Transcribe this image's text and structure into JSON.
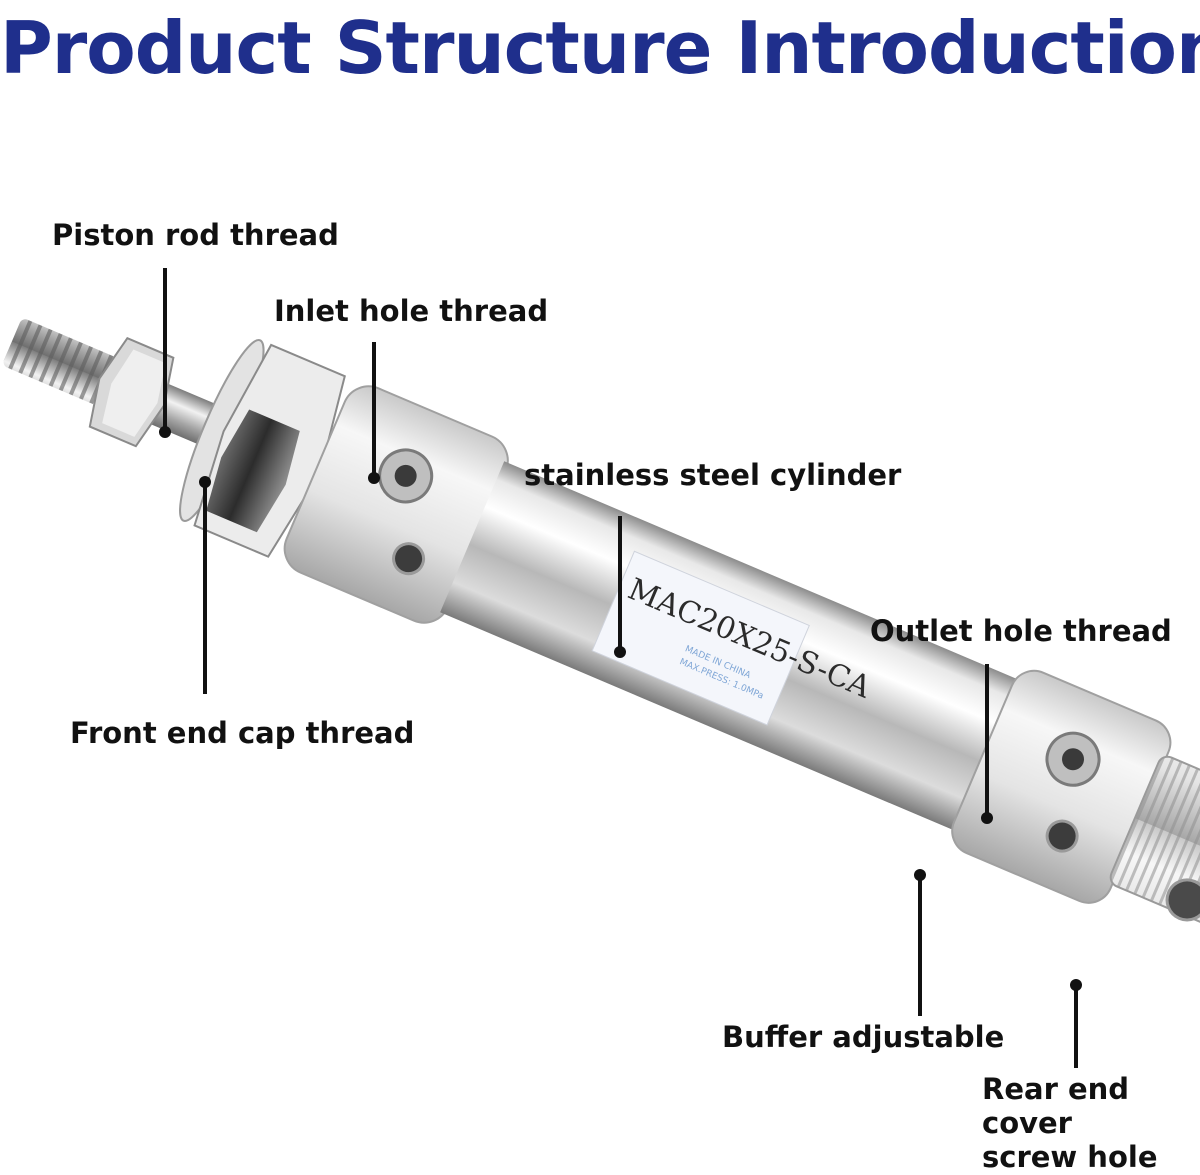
{
  "title": "Product Structure Introduction",
  "colors": {
    "title": "#1f2f8c",
    "leader_lines": "#111111",
    "metal_light": "#f4f4f4",
    "metal_dark": "#8a8a8a",
    "background": "#ffffff"
  },
  "product_label": {
    "model": "MAC20X25-S-CA",
    "line1": "MADE IN CHINA",
    "line2": "MAX.PRESS: 1.0MPa"
  },
  "callouts": [
    {
      "id": "piston-rod-thread",
      "label": "Piston rod thread"
    },
    {
      "id": "inlet-hole-thread",
      "label": "Inlet hole thread"
    },
    {
      "id": "stainless-steel-cylinder",
      "label": "stainless steel cylinder"
    },
    {
      "id": "outlet-hole-thread",
      "label": "Outlet hole thread"
    },
    {
      "id": "front-end-cap-thread",
      "label": "Front end cap thread"
    },
    {
      "id": "buffer-adjustable",
      "label": "Buffer adjustable"
    },
    {
      "id": "rear-end-cover-screw-hole",
      "label_line1": "Rear end cover",
      "label_line2": "screw hole"
    }
  ]
}
